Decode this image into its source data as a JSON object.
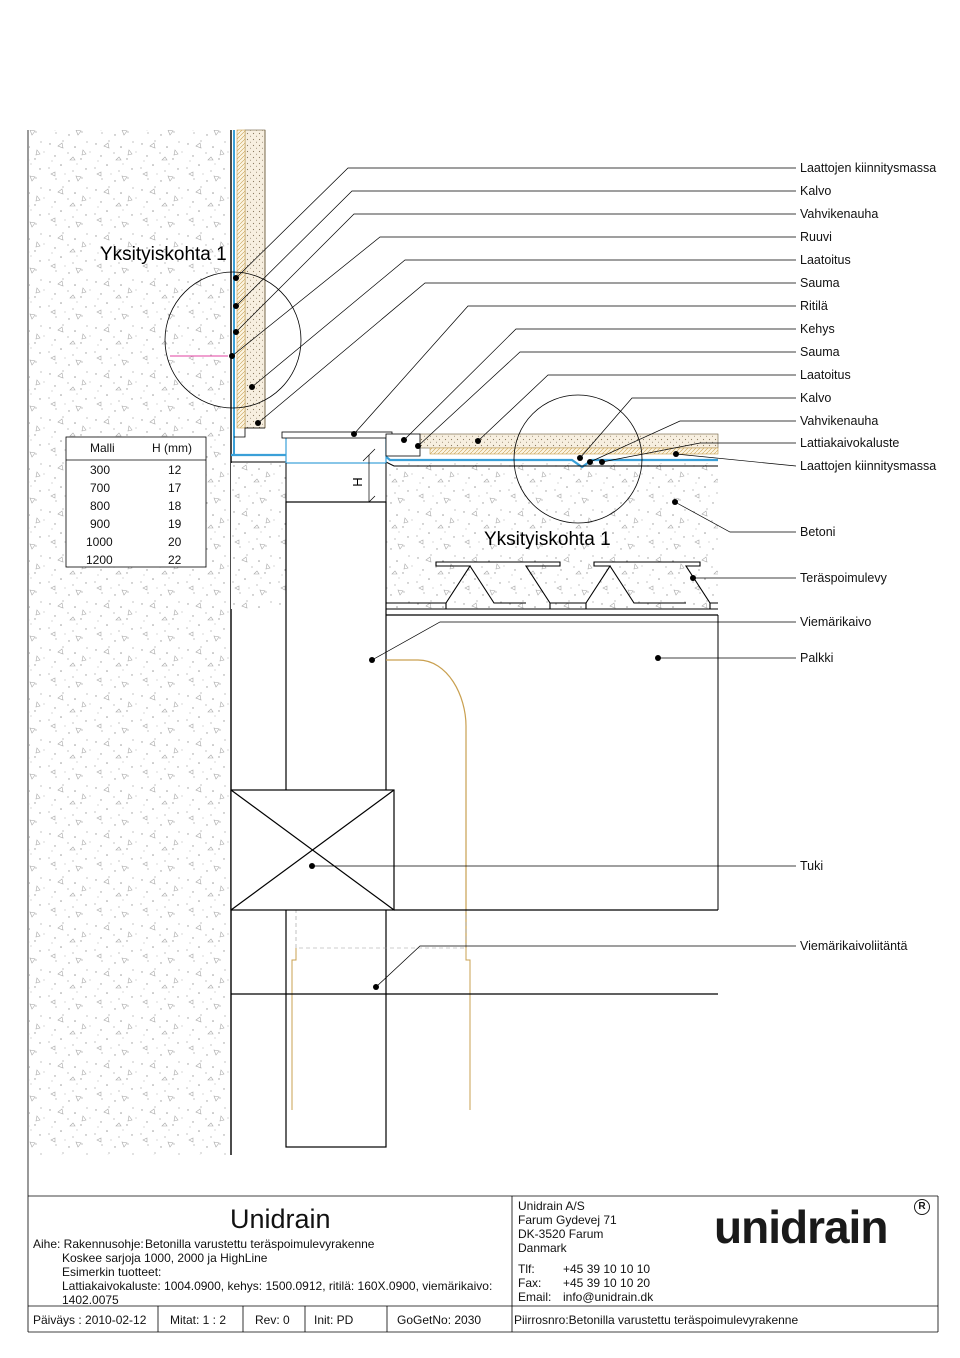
{
  "drawing": {
    "detail_label_top": "Yksityiskohta 1",
    "detail_label_mid": "Yksityiskohta 1",
    "dimension_label": "H",
    "callouts_right": [
      "Laattojen kiinnitysmassa",
      "Kalvo",
      "Vahvikenauha",
      "Ruuvi",
      "Laatoitus",
      "Sauma",
      "Ritilä",
      "Kehys",
      "Sauma",
      "Laatoitus",
      "Kalvo",
      "Vahvikenauha",
      "Lattiakaivokaluste",
      "Laattojen kiinnitysmassa",
      "Betoni",
      "Teräspoimulevy",
      "Viemärikaivo",
      "Palkki",
      "Tuki",
      "Viemärikaivoliitäntä"
    ]
  },
  "size_table": {
    "headers": [
      "Malli",
      "H (mm)"
    ],
    "rows": [
      [
        "300",
        "12"
      ],
      [
        "700",
        "17"
      ],
      [
        "800",
        "18"
      ],
      [
        "900",
        "19"
      ],
      [
        "1000",
        "20"
      ],
      [
        "1200",
        "22"
      ]
    ]
  },
  "title_block": {
    "brand_title": "Unidrain",
    "subject_label": "Aihe: Rakennusohje:",
    "subject_value": "Betonilla varustettu teräspoimulevyrakenne",
    "series_line": "Koskee sarjoja 1000, 2000 ja HighLine",
    "examples_label": "Esimerkin tuotteet:",
    "products_line1": "Lattiakaivokaluste: 1004.0900, kehys: 1500.0912, ritilä: 160X.0900, viemärikaivo:",
    "products_line2": "1402.0075",
    "company": "Unidrain A/S",
    "address1": "Farum Gydevej 71",
    "address2": "DK-3520 Farum",
    "country": "Danmark",
    "tlf_label": "Tlf:",
    "tlf_value": "+45 39 10 10 10",
    "fax_label": "Fax:",
    "fax_value": "+45 39 10 10 20",
    "email_label": "Email:",
    "email_value": "info@unidrain.dk",
    "logo_text": "unidrain",
    "date_label": "Päiväys : 2010-02-12",
    "scale_label": "Mitat:  1 : 2",
    "rev_label": "Rev:  0",
    "init_label": "Init:  PD",
    "gogetno_label": "GoGetNo:  2030",
    "drawing_name": "Piirrosnro:Betonilla varustettu teräspoimulevyrakenne"
  }
}
